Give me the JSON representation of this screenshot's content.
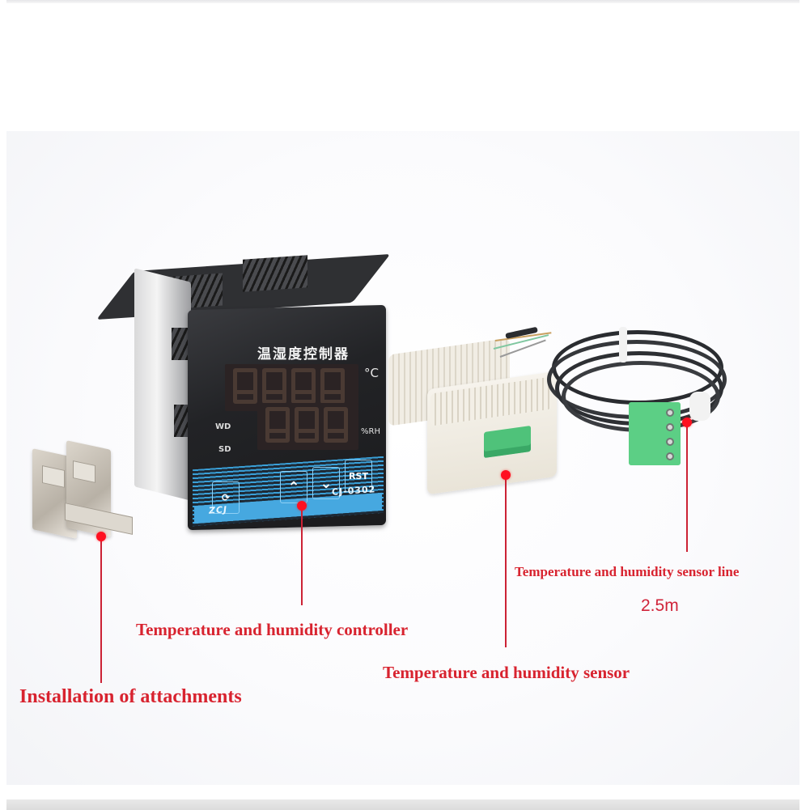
{
  "product_photo": {
    "controller": {
      "title_cn": "温湿度控制器",
      "display_temperature_digits": [
        "8.",
        "8.",
        "8.",
        "8."
      ],
      "display_humidity_digits": [
        "8.",
        "8.",
        "8."
      ],
      "temperature_unit": "°C",
      "humidity_unit": "%RH",
      "indicator_labels": [
        "WD",
        "SD"
      ],
      "keys": [
        {
          "name": "set",
          "label": "⟳"
        },
        {
          "name": "blank",
          "label": ""
        },
        {
          "name": "up",
          "label": "⌃"
        },
        {
          "name": "down",
          "label": "⌄"
        },
        {
          "name": "reset",
          "label": "RST"
        }
      ],
      "model": "CJ-0302",
      "brand": "ZCJ"
    },
    "cable_length": "2.5m"
  },
  "callouts": {
    "controller": "Temperature and humidity controller",
    "sensor": "Temperature and humidity sensor",
    "sensor_line": "Temperature and humidity sensor line",
    "attachments": "Installation of attachments"
  },
  "colors": {
    "label_red": "#d8232f",
    "dot_red": "#ff1020",
    "key_blue": "#46a8e0",
    "connector_green": "#5ccf85"
  }
}
